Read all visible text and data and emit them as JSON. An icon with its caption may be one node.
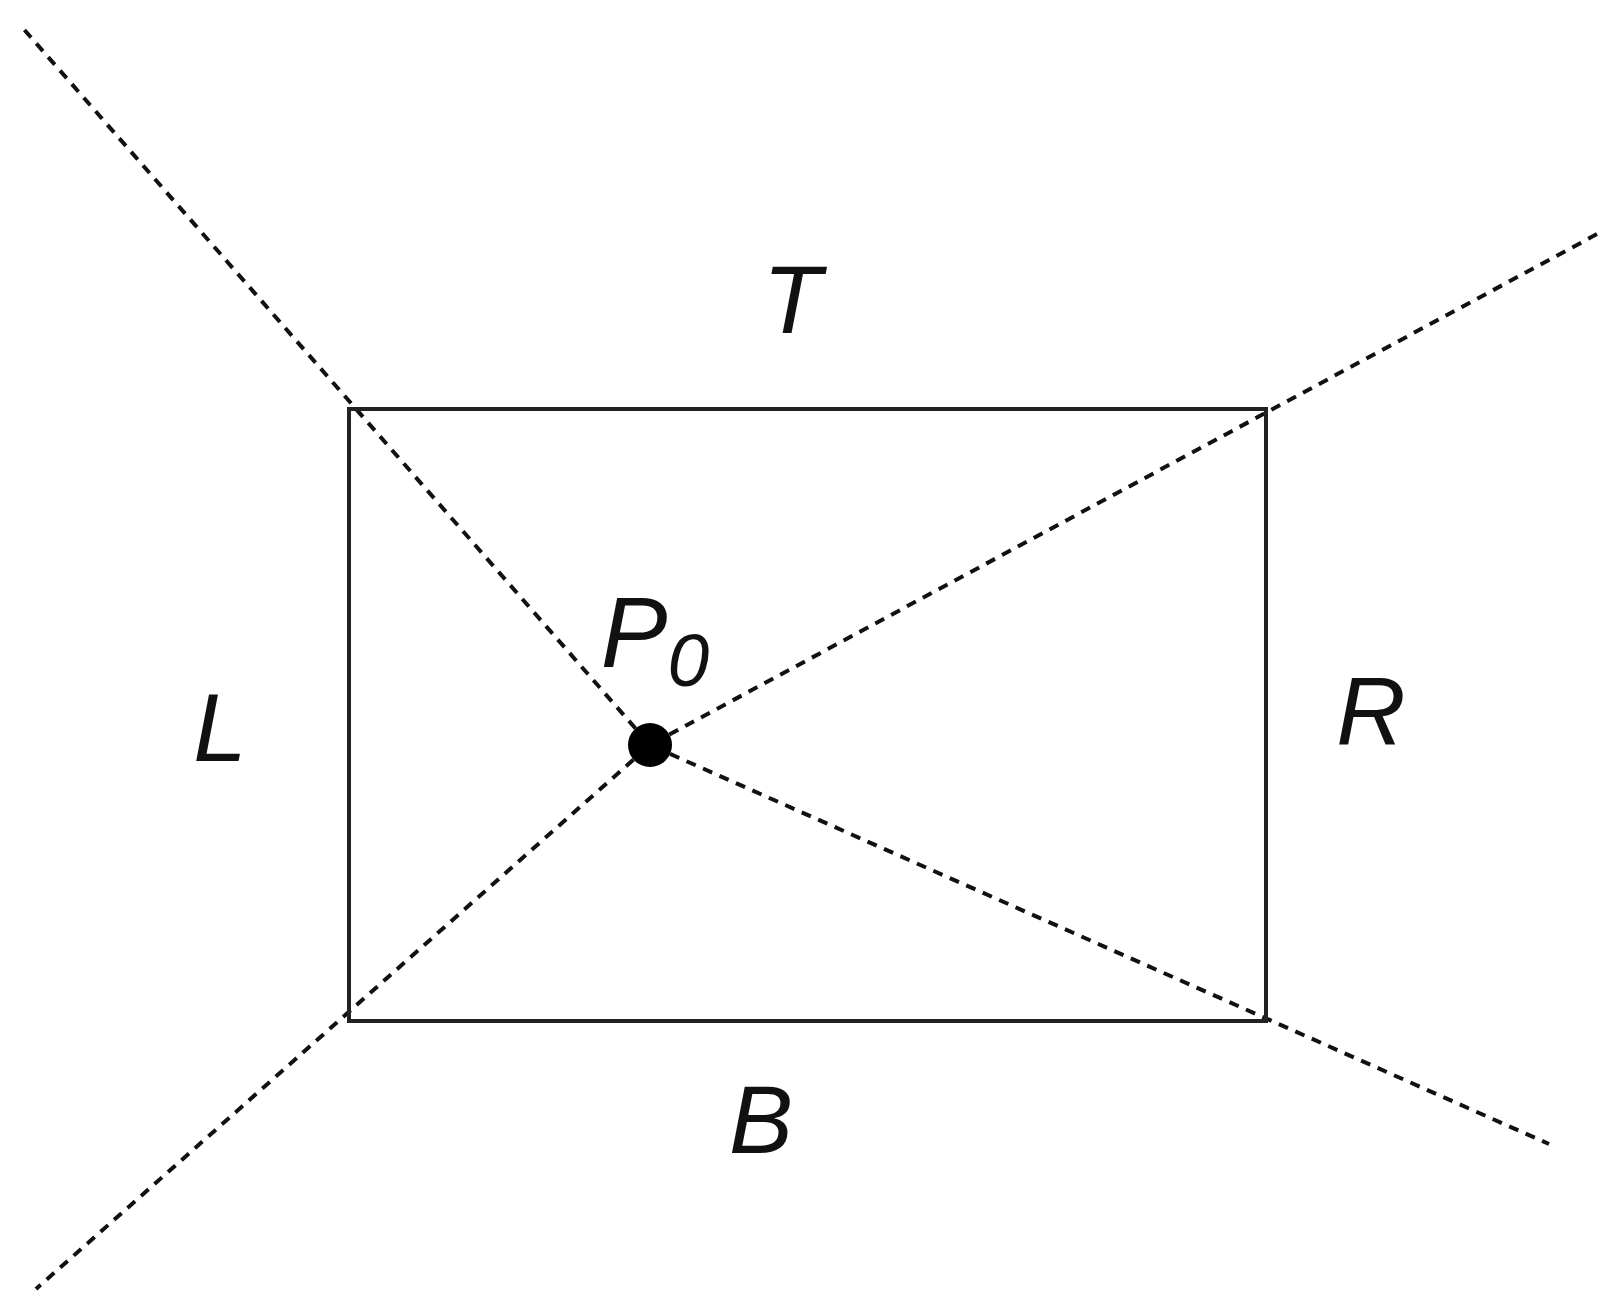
{
  "diagram": {
    "nodes": [
      {
        "text": [],
        "shape": "box"
      },
      {
        "text": [],
        "shape": "circle",
        "in": 0,
        "beside": [
          "P$_{0}$"
        ]
      }
    ],
    "edges": [
      {
        "from": 1,
        "to": null,
        "arrow": "none",
        "style": "dashed"
      },
      {
        "from": 1,
        "to": null,
        "arrow": "none",
        "style": "dashed"
      },
      {
        "from": 1,
        "to": null,
        "arrow": "none",
        "style": "dashed"
      },
      {
        "from": 1,
        "to": null,
        "arrow": "none",
        "style": "dashed"
      }
    ],
    "labels": [
      "T",
      "L",
      "R",
      "B"
    ]
  }
}
